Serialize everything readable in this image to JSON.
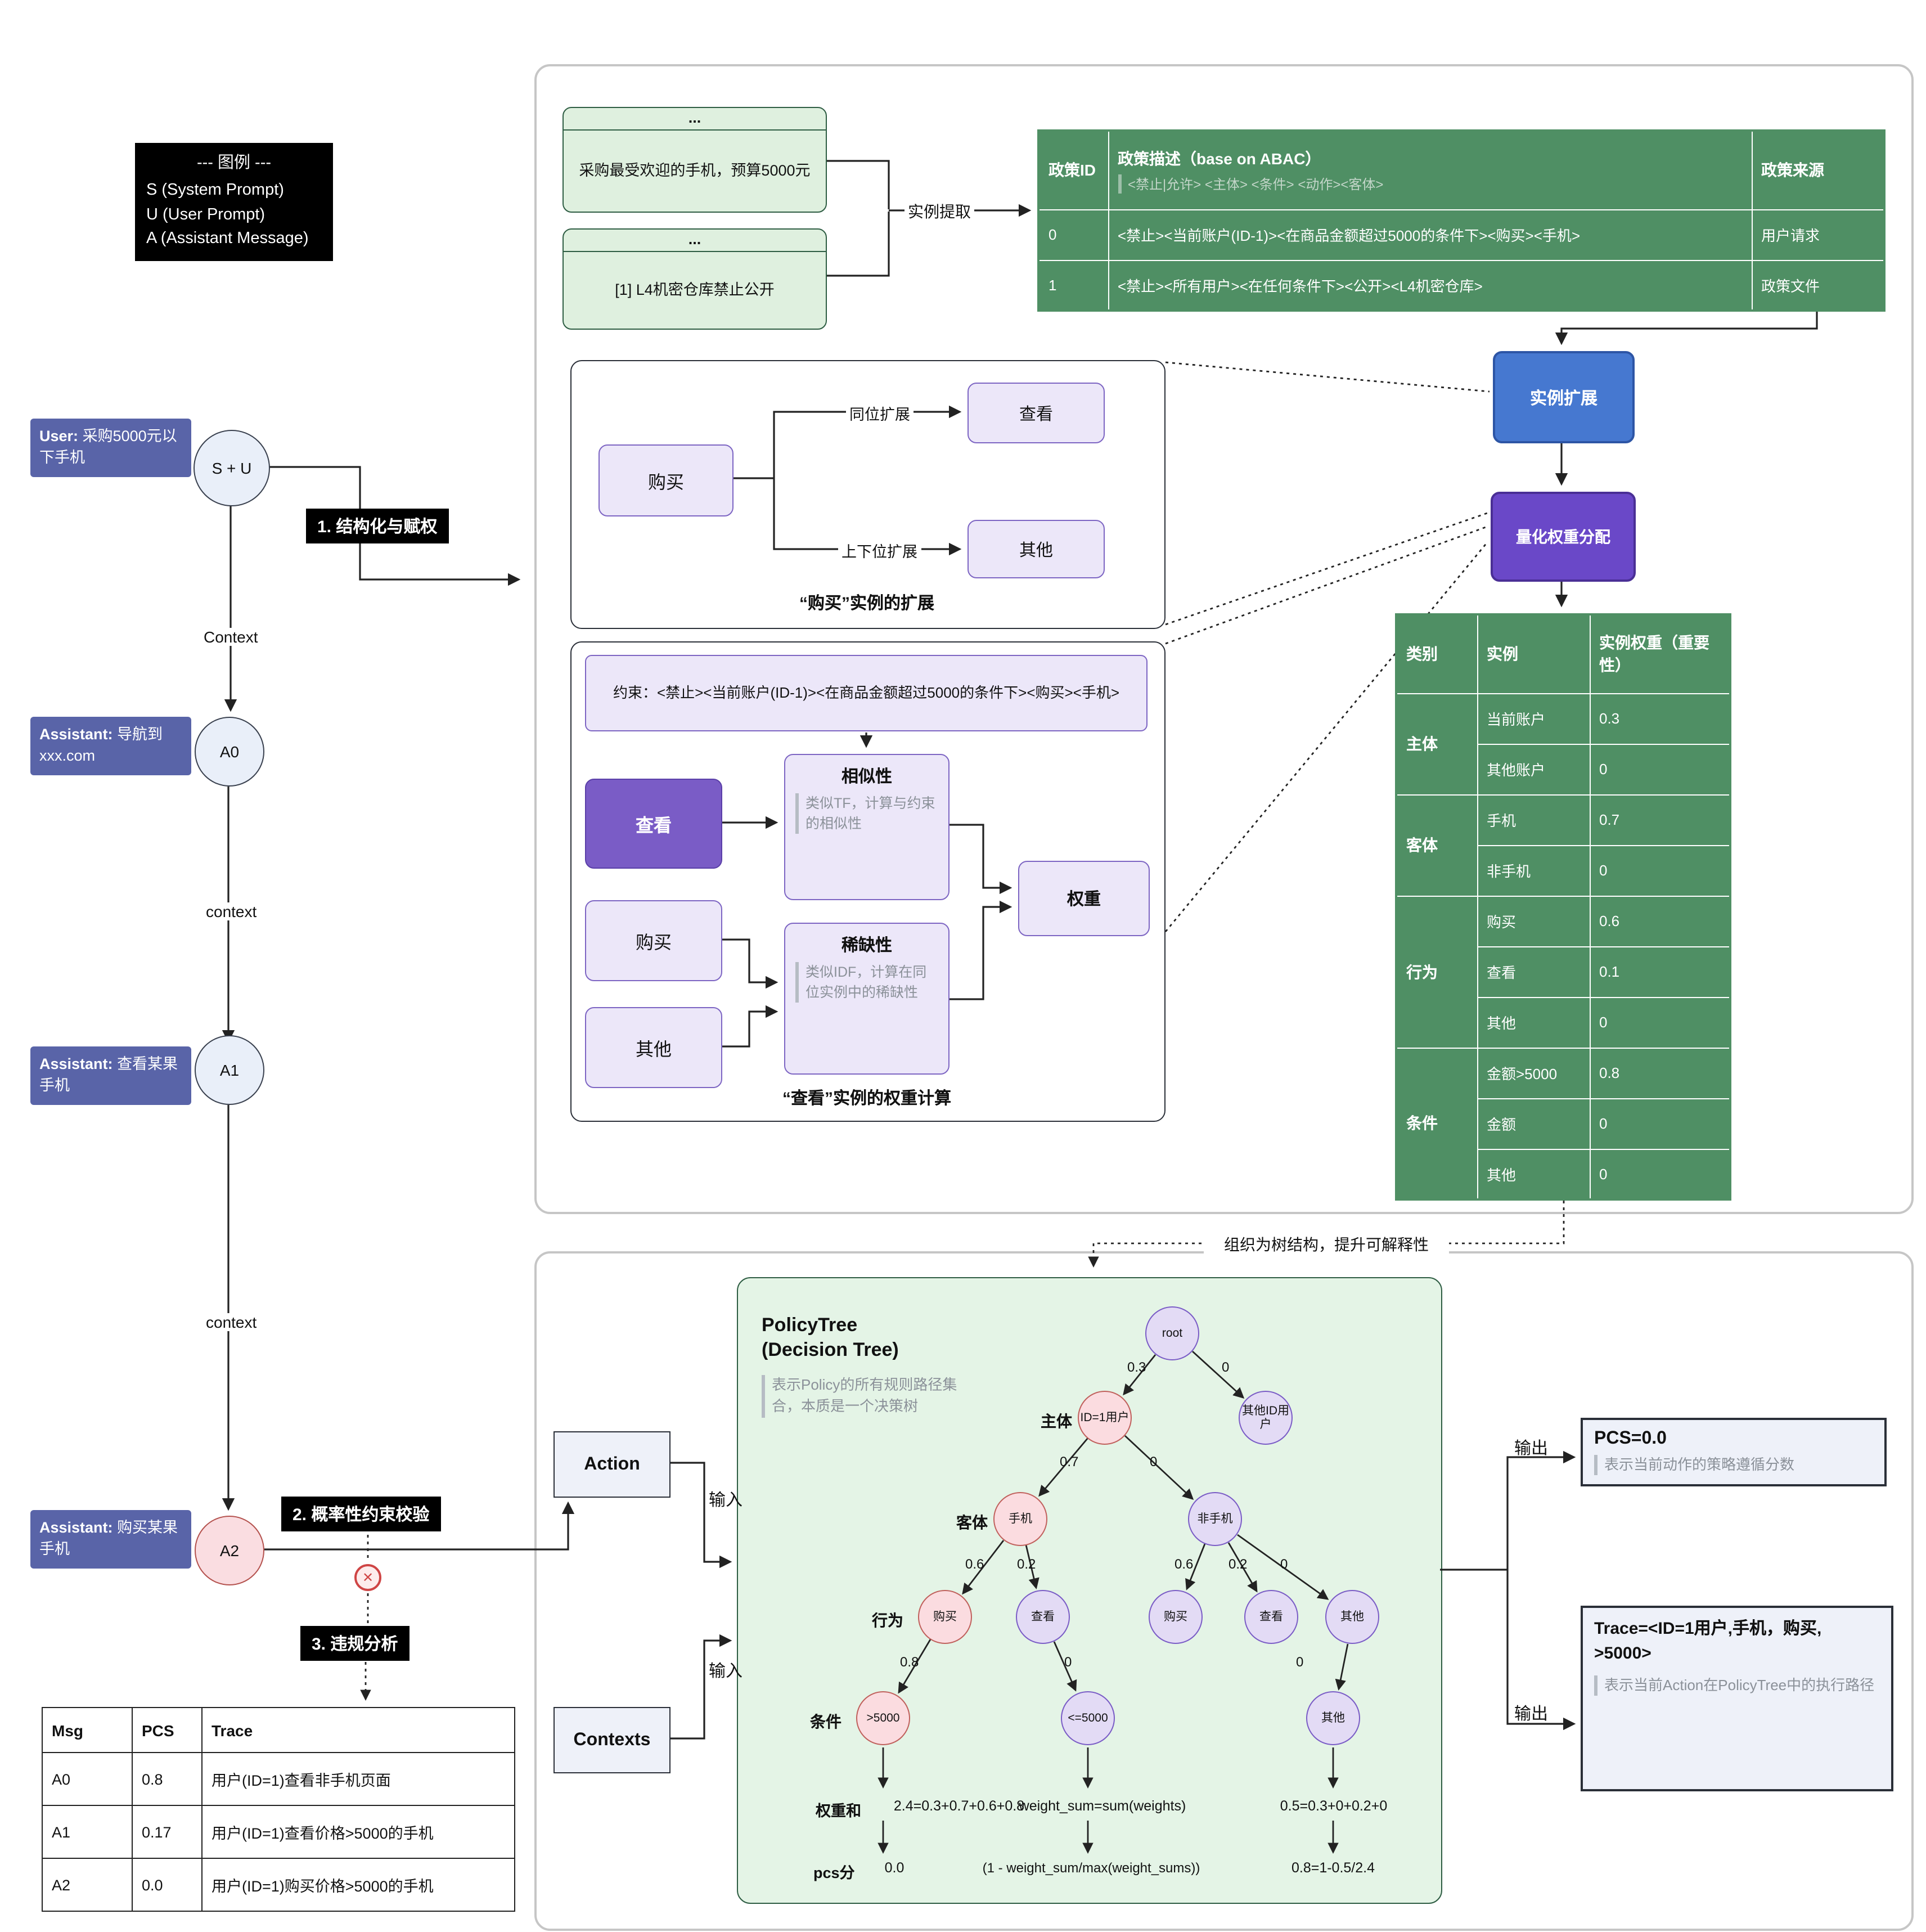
{
  "legend": {
    "title": "--- 图例 ---",
    "items": [
      "S (System Prompt)",
      "U (User Prompt)",
      "A (Assistant Message)"
    ]
  },
  "conversation": {
    "messages": [
      {
        "prefix": "User:",
        "text": "采购5000元以下手机",
        "node": "S + U"
      },
      {
        "prefix": "Assistant:",
        "text": "导航到xxx.com",
        "node": "A0"
      },
      {
        "prefix": "Assistant:",
        "text": "查看某果手机",
        "node": "A1"
      },
      {
        "prefix": "Assistant:",
        "text": "购买某果手机",
        "node": "A2"
      }
    ],
    "context_labels": [
      "Context",
      "context",
      "context"
    ]
  },
  "steps": {
    "step1": "1. 结构化与赋权",
    "step2": "2. 概率性约束校验",
    "step3": "3. 违规分析"
  },
  "icons": {
    "violation": "✕"
  },
  "violation_table": {
    "headers": [
      "Msg",
      "PCS",
      "Trace"
    ],
    "rows": [
      {
        "msg": "A0",
        "pcs": "0.8",
        "trace": "用户(ID=1)查看非手机页面"
      },
      {
        "msg": "A1",
        "pcs": "0.17",
        "trace": "用户(ID=1)查看价格>5000的手机"
      },
      {
        "msg": "A2",
        "pcs": "0.0",
        "trace": "用户(ID=1)购买价格>5000的手机"
      }
    ]
  },
  "sources": {
    "doc1": {
      "ellipsis": "...",
      "text": "采购最受欢迎的手机，预算5000元"
    },
    "doc2": {
      "ellipsis": "...",
      "text": "[1] L4机密仓库禁止公开"
    },
    "extract_label": "实例提取"
  },
  "policy_table": {
    "col_id": "政策ID",
    "col_desc": "政策描述（base on ABAC）",
    "col_desc_sub": "<禁止|允许> <主体> <条件> <动作><客体>",
    "col_source": "政策来源",
    "rows": [
      {
        "id": "0",
        "desc": "<禁止><当前账户(ID-1)><在商品金额超过5000的条件下><购买><手机>",
        "source": "用户请求"
      },
      {
        "id": "1",
        "desc": "<禁止><所有用户><在任何条件下><公开><L4机密仓库>",
        "source": "政策文件"
      }
    ]
  },
  "pipeline": {
    "expand": "实例扩展",
    "weight": "量化权重分配"
  },
  "expansion_box": {
    "buy": "购买",
    "peer_label": "同位扩展",
    "view": "查看",
    "hypo_label": "上下位扩展",
    "other": "其他",
    "title": "“购买”实例的扩展"
  },
  "weight_calc_box": {
    "constraint": "约束：<禁止><当前账户(ID-1)><在商品金额超过5000的条件下><购买><手机>",
    "view": "查看",
    "buy": "购买",
    "other": "其他",
    "similarity_title": "相似性",
    "similarity_desc": "类似TF，计算与约束的相似性",
    "scarcity_title": "稀缺性",
    "scarcity_desc": "类似IDF，计算在同位实例中的稀缺性",
    "weight": "权重",
    "title": "“查看”实例的权重计算"
  },
  "weight_table": {
    "headers": [
      "类别",
      "实例",
      "实例权重（重要性）"
    ],
    "rows": [
      {
        "cat": "主体",
        "instance": "当前账户",
        "weight": "0.3"
      },
      {
        "instance": "其他账户",
        "weight": "0"
      },
      {
        "cat": "客体",
        "instance": "手机",
        "weight": "0.7"
      },
      {
        "instance": "非手机",
        "weight": "0"
      },
      {
        "cat": "行为",
        "instance": "购买",
        "weight": "0.6"
      },
      {
        "instance": "查看",
        "weight": "0.1"
      },
      {
        "instance": "其他",
        "weight": "0"
      },
      {
        "cat": "条件",
        "instance": "金额>5000",
        "weight": "0.8"
      },
      {
        "instance": "金额",
        "weight": "0"
      },
      {
        "instance": "其他",
        "weight": "0"
      }
    ]
  },
  "tree_note": "组织为树结构，提升可解释性",
  "policy_tree": {
    "title_line1": "PolicyTree",
    "title_line2": "(Decision Tree)",
    "desc": "表示Policy的所有规则路径集合，本质是一个决策树",
    "action": "Action",
    "contexts": "Contexts",
    "input1": "输入",
    "input2": "输入",
    "row_labels": [
      "主体",
      "客体",
      "行为",
      "条件"
    ],
    "nodes": [
      "root",
      "ID=1用户",
      "其他ID用户",
      "手机",
      "非手机",
      "购买",
      "查看",
      "购买",
      "查看",
      "其他",
      ">5000",
      "<=5000",
      "其他"
    ],
    "edge_labels": [
      "0.3",
      "0",
      "0.7",
      "0",
      "0.6",
      "0.2",
      "0.6",
      "0.2",
      "0",
      "0.8",
      "0",
      "0"
    ],
    "weight_sum_label": "权重和",
    "weight_sums": [
      "2.4=0.3+0.7+0.6+0.8",
      "weight_sum=sum(weights)",
      "0.5=0.3+0+0.2+0"
    ],
    "pcs_label": "pcs分",
    "pcs_values": [
      "0.0",
      "(1 - weight_sum/max(weight_sums))",
      "0.8=1-0.5/2.4"
    ]
  },
  "outputs": {
    "label1": "输出",
    "pcs_title": "PCS=0.0",
    "pcs_desc": "表示当前动作的策略遵循分数",
    "label2": "输出",
    "trace_title": "Trace=<ID=1用户,手机，购买, >5000>",
    "trace_desc": "表示当前Action在PolicyTree中的执行路径"
  },
  "colors": {
    "green_table": "#4f8f64",
    "light_green_doc": "#dff0df",
    "tree_panel_green": "#e4f4e6",
    "indigo_message": "#5964a8",
    "blue_expand": "#4678d0",
    "violet_weight": "#6a48c8",
    "light_purple": "#ece7f9",
    "dark_purple": "#7a5cc6",
    "pink_node": "#fbdce0"
  }
}
